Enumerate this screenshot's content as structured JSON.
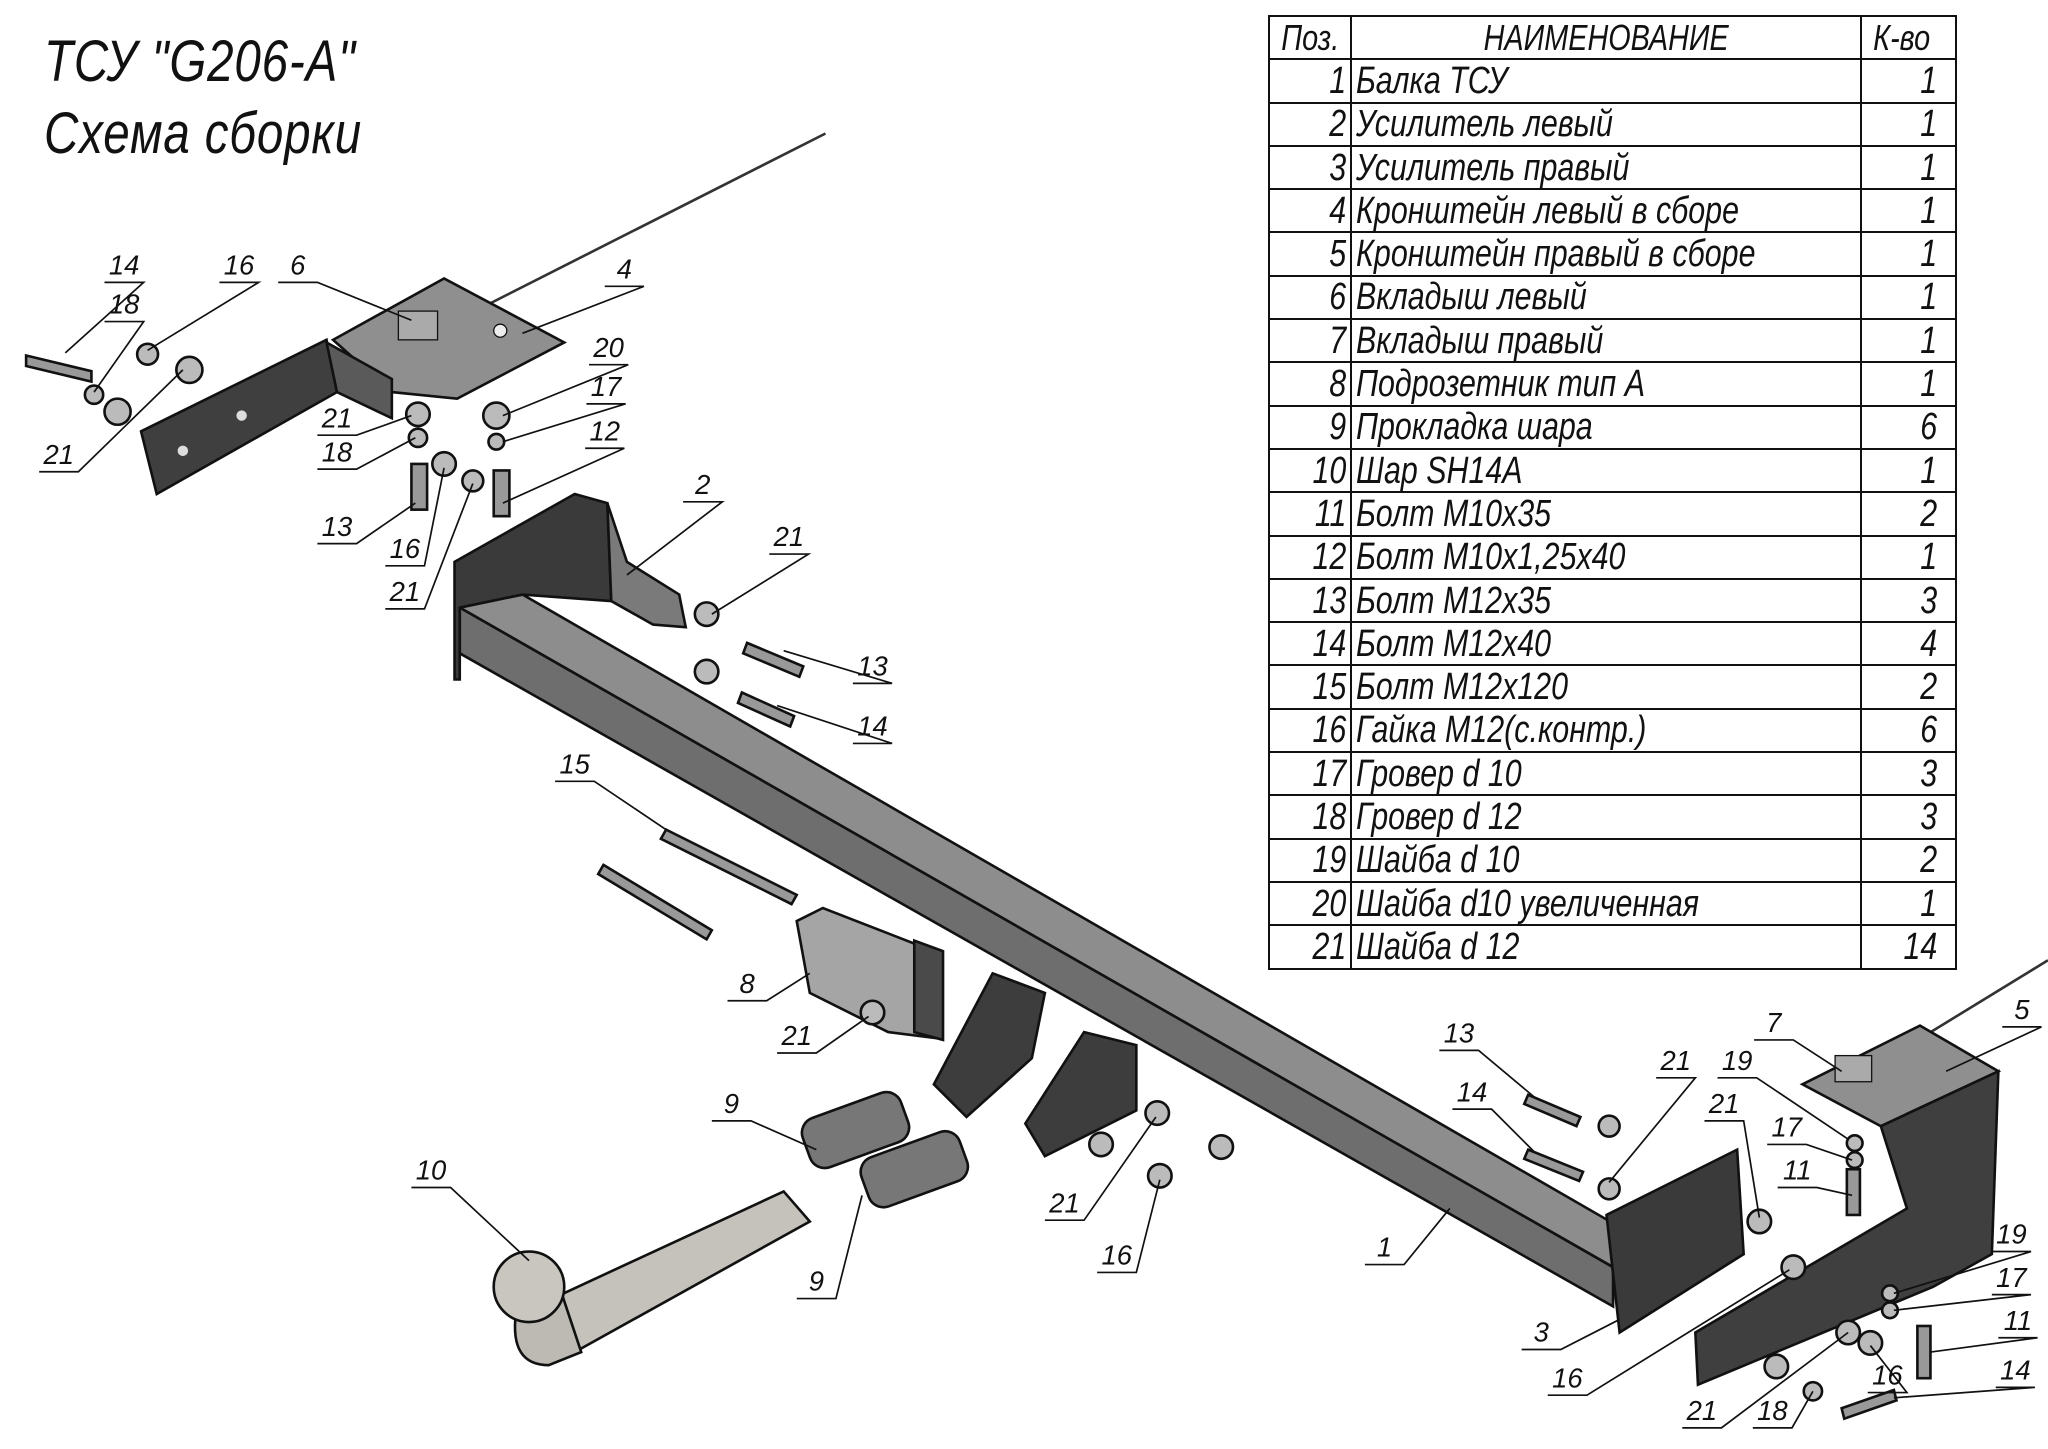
{
  "title": {
    "line1": "ТСУ \"G206-A\"",
    "line2": "Схема сборки"
  },
  "spec_table": {
    "headers": {
      "pos": "Поз.",
      "name": "НАИМЕНОВАНИЕ",
      "qty": "К-во"
    },
    "rows": [
      {
        "pos": "1",
        "name": "Балка ТСУ",
        "qty": "1"
      },
      {
        "pos": "2",
        "name": "Усилитель левый",
        "qty": "1"
      },
      {
        "pos": "3",
        "name": "Усилитель правый",
        "qty": "1"
      },
      {
        "pos": "4",
        "name": "Кронштейн левый в сборе",
        "qty": "1"
      },
      {
        "pos": "5",
        "name": "Кронштейн правый в сборе",
        "qty": "1"
      },
      {
        "pos": "6",
        "name": "Вкладыш левый",
        "qty": "1"
      },
      {
        "pos": "7",
        "name": "Вкладыш правый",
        "qty": "1"
      },
      {
        "pos": "8",
        "name": "Подрозетник тип А",
        "qty": "1"
      },
      {
        "pos": "9",
        "name": "Прокладка шара",
        "qty": "6"
      },
      {
        "pos": "10",
        "name": "Шар SH14A",
        "qty": "1"
      },
      {
        "pos": "11",
        "name": "Болт М10х35",
        "qty": "2"
      },
      {
        "pos": "12",
        "name": "Болт М10х1,25х40",
        "qty": "1"
      },
      {
        "pos": "13",
        "name": "Болт М12х35",
        "qty": "3"
      },
      {
        "pos": "14",
        "name": "Болт М12х40",
        "qty": "4"
      },
      {
        "pos": "15",
        "name": "Болт М12х120",
        "qty": "2"
      },
      {
        "pos": "16",
        "name": "Гайка М12(с.контр.)",
        "qty": "6"
      },
      {
        "pos": "17",
        "name": "Гровер d 10",
        "qty": "3"
      },
      {
        "pos": "18",
        "name": "Гровер d 12",
        "qty": "3"
      },
      {
        "pos": "19",
        "name": "Шайба d 10",
        "qty": "2"
      },
      {
        "pos": "20",
        "name": "Шайба d10 увеличенная",
        "qty": "1"
      },
      {
        "pos": "21",
        "name": "Шайба d 12",
        "qty": "14"
      }
    ]
  },
  "callouts": [
    "14",
    "18",
    "16",
    "6",
    "4",
    "20",
    "17",
    "21",
    "18",
    "12",
    "13",
    "16",
    "21",
    "2",
    "21",
    "21",
    "13",
    "14",
    "15",
    "8",
    "21",
    "9",
    "10",
    "9",
    "21",
    "16",
    "1",
    "3",
    "16",
    "13",
    "14",
    "21",
    "19",
    "21",
    "7",
    "5",
    "17",
    "11",
    "19",
    "17",
    "11",
    "16",
    "14",
    "21",
    "18"
  ],
  "colors": {
    "part_fill": "#8a8a8a",
    "part_dark": "#4a4a4a",
    "part_light": "#b5b5b5",
    "ball": "#c9c6c0",
    "line": "#111111"
  }
}
